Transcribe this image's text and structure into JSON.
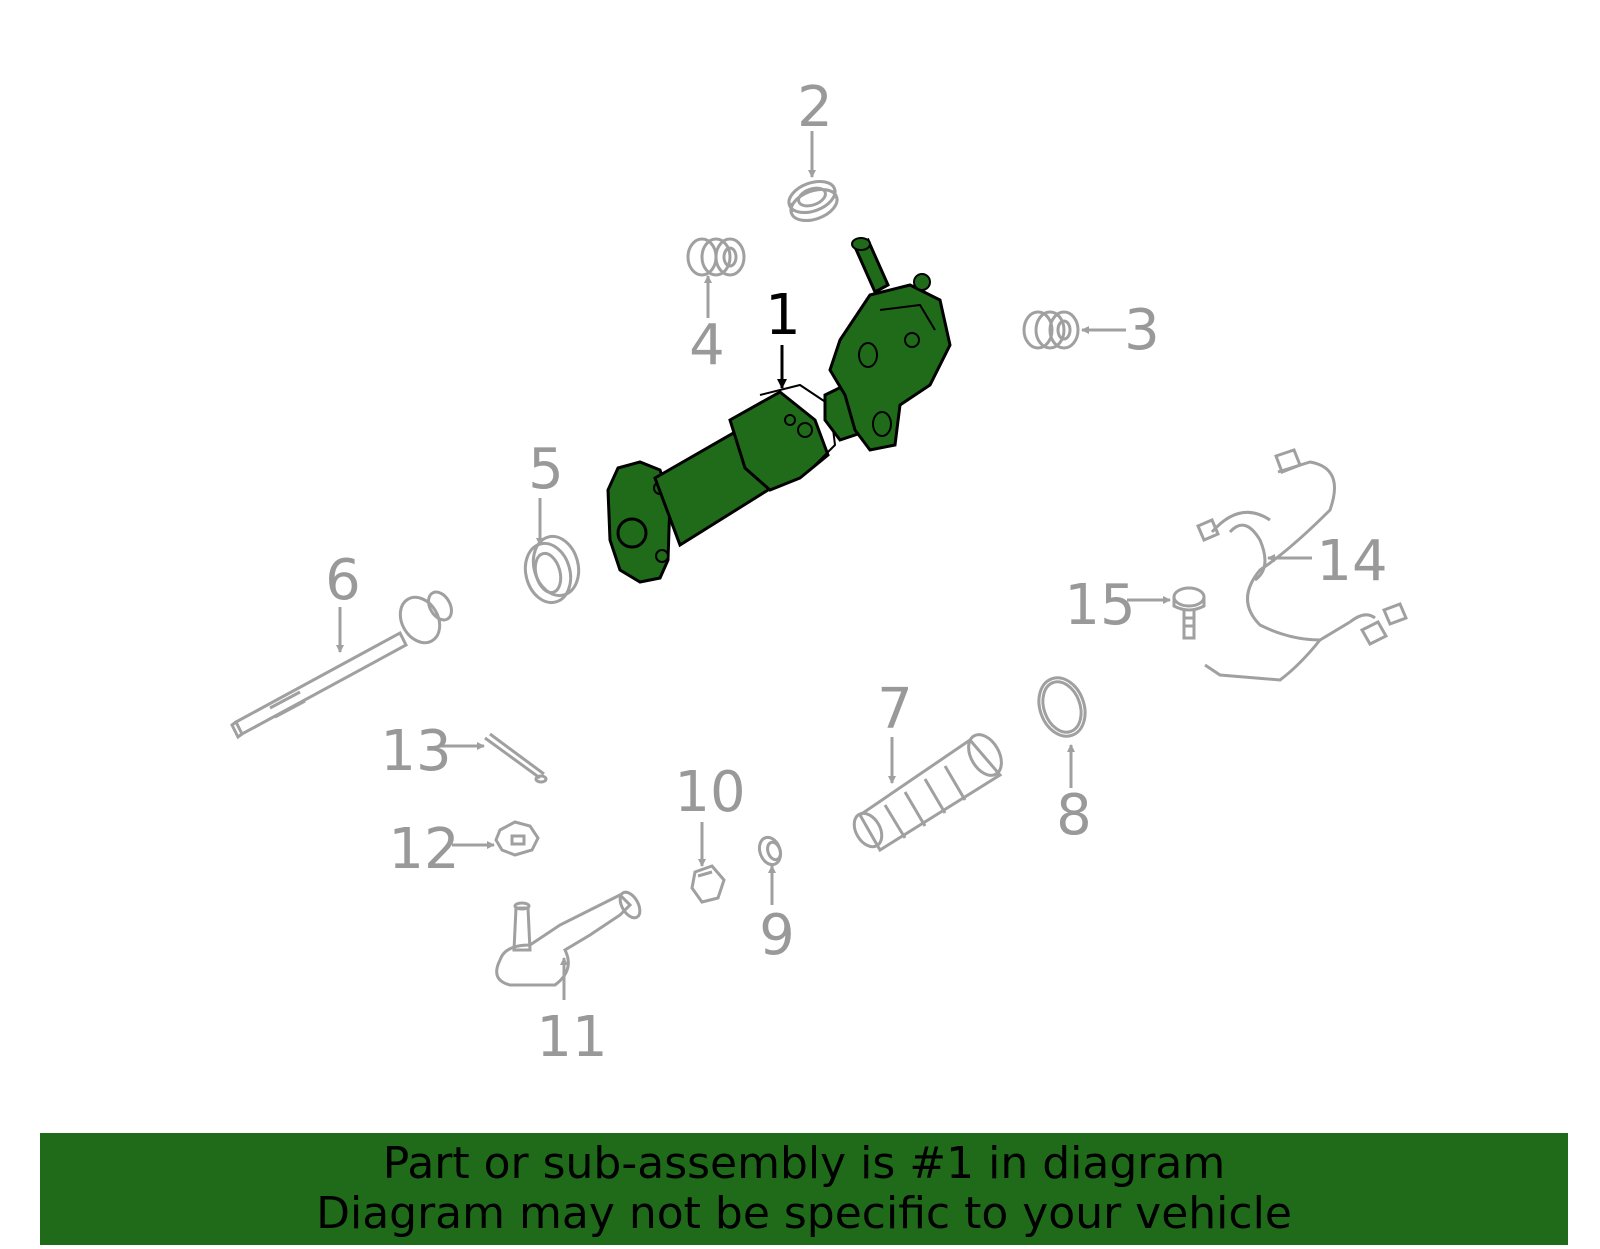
{
  "colors": {
    "highlight_fill": "#1f6b1a",
    "highlight_stroke": "#000000",
    "part_stroke": "#a0a0a0",
    "label_gray": "#999999",
    "label_highlight": "#000000",
    "banner_bg": "#1f6b1a",
    "banner_text": "#000000"
  },
  "callouts": {
    "c1": "1",
    "c2": "2",
    "c3": "3",
    "c4": "4",
    "c5": "5",
    "c6": "6",
    "c7": "7",
    "c8": "8",
    "c9": "9",
    "c10": "10",
    "c11": "11",
    "c12": "12",
    "c13": "13",
    "c14": "14",
    "c15": "15"
  },
  "highlighted_part": "1",
  "banner": {
    "line1": "Part or sub-assembly is #1 in diagram",
    "line2": "Diagram may not be specific to your vehicle"
  }
}
